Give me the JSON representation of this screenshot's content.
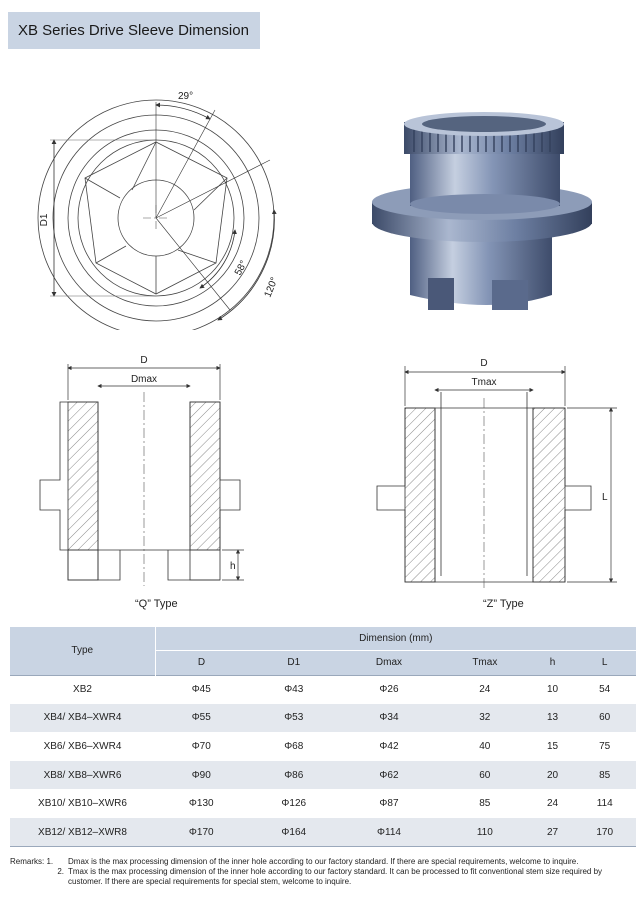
{
  "title": "XB Series Drive Sleeve Dimension",
  "drawing_labels": {
    "angle_29": "29°",
    "angle_58": "58°",
    "angle_120": "120°",
    "d1": "D1",
    "d_q": "D",
    "dmax": "Dmax",
    "h": "h",
    "d_z": "D",
    "tmax": "Tmax",
    "l": "L"
  },
  "captions": {
    "q_type": "“Q” Type",
    "z_type": "“Z” Type"
  },
  "table": {
    "type_header": "Type",
    "group_header": "Dimension (mm)",
    "columns": [
      "D",
      "D1",
      "Dmax",
      "Tmax",
      "h",
      "L"
    ],
    "rows": [
      {
        "type": "XB2",
        "d": "Φ45",
        "d1": "Φ43",
        "dmax": "Φ26",
        "tmax": "24",
        "h": "10",
        "l": "54"
      },
      {
        "type": "XB4/ XB4–XWR4",
        "d": "Φ55",
        "d1": "Φ53",
        "dmax": "Φ34",
        "tmax": "32",
        "h": "13",
        "l": "60"
      },
      {
        "type": "XB6/ XB6–XWR4",
        "d": "Φ70",
        "d1": "Φ68",
        "dmax": "Φ42",
        "tmax": "40",
        "h": "15",
        "l": "75"
      },
      {
        "type": "XB8/ XB8–XWR6",
        "d": "Φ90",
        "d1": "Φ86",
        "dmax": "Φ62",
        "tmax": "60",
        "h": "20",
        "l": "85"
      },
      {
        "type": "XB10/ XB10–XWR6",
        "d": "Φ130",
        "d1": "Φ126",
        "dmax": "Φ87",
        "tmax": "85",
        "h": "24",
        "l": "114"
      },
      {
        "type": "XB12/ XB12–XWR8",
        "d": "Φ170",
        "d1": "Φ164",
        "dmax": "Φ114",
        "tmax": "110",
        "h": "27",
        "l": "170"
      }
    ]
  },
  "remarks": {
    "lead": "Remarks: 1.",
    "item1": "Dmax is the max processing dimension of the inner hole according to our factory standard. If there are special requirements, welcome to inquire.",
    "lead2": "2.",
    "item2": "Tmax is the max processing dimension of the inner hole according to our factory standard. It can be processed to fit conventional stem size required by customer. If there are special requirements for special stem, welcome to inquire."
  },
  "colors": {
    "header_fill": "#c9d4e3",
    "row_alt": "#e4e8ee",
    "metal": "#8d9cb8"
  }
}
